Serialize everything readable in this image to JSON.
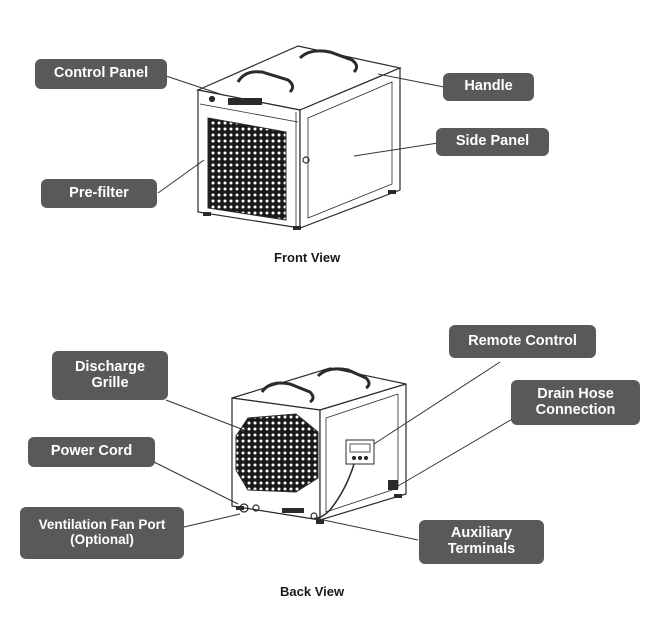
{
  "front": {
    "caption": "Front View",
    "labels": {
      "control_panel": "Control Panel",
      "handle": "Handle",
      "side_panel": "Side Panel",
      "pre_filter": "Pre-filter"
    }
  },
  "back": {
    "caption": "Back View",
    "labels": {
      "discharge_grille": "Discharge\nGrille",
      "remote_control": "Remote Control",
      "drain_hose": "Drain Hose\nConnection",
      "power_cord": "Power Cord",
      "ventilation_fan_port": "Ventilation Fan Port\n(Optional)",
      "auxiliary_terminals": "Auxiliary\nTerminals"
    }
  },
  "colors": {
    "label_bg": "#58595b",
    "label_text": "#ffffff",
    "line": "#333333"
  }
}
